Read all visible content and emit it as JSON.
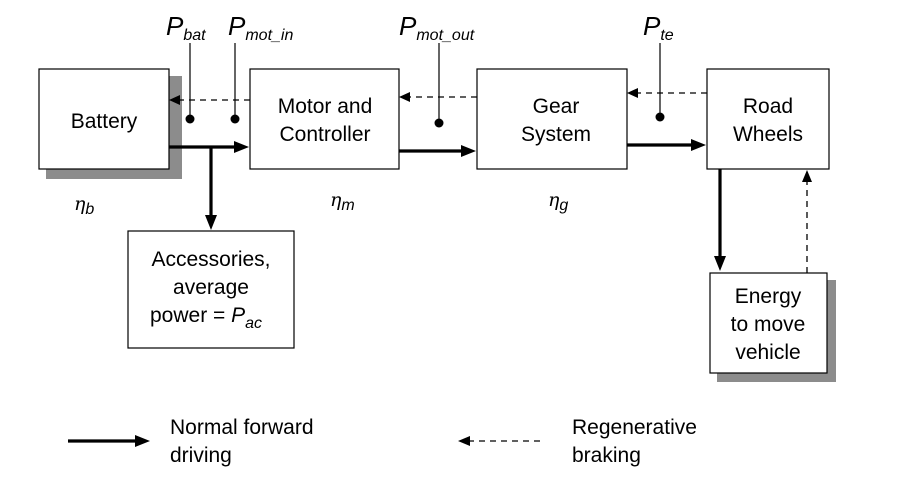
{
  "blocks": {
    "battery": "Battery",
    "motor": [
      "Motor and",
      "Controller"
    ],
    "gear": [
      "Gear",
      "System"
    ],
    "wheels": [
      "Road",
      "Wheels"
    ],
    "accessories": [
      "Accessories,",
      "average",
      "power = "
    ],
    "energy": [
      "Energy",
      "to move",
      "vehicle"
    ]
  },
  "power_labels": {
    "p_symbol": "P",
    "bat": "bat",
    "mot_in": "mot_in",
    "mot_out": "mot_out",
    "te": "te",
    "ac_symbol": "P",
    "ac": "ac"
  },
  "efficiencies": {
    "eta_symbol": "η",
    "battery": "b",
    "motor": "m",
    "gear": "g"
  },
  "legend": {
    "solid": [
      "Normal forward",
      "driving"
    ],
    "dashed": [
      "Regenerative",
      "braking"
    ]
  }
}
